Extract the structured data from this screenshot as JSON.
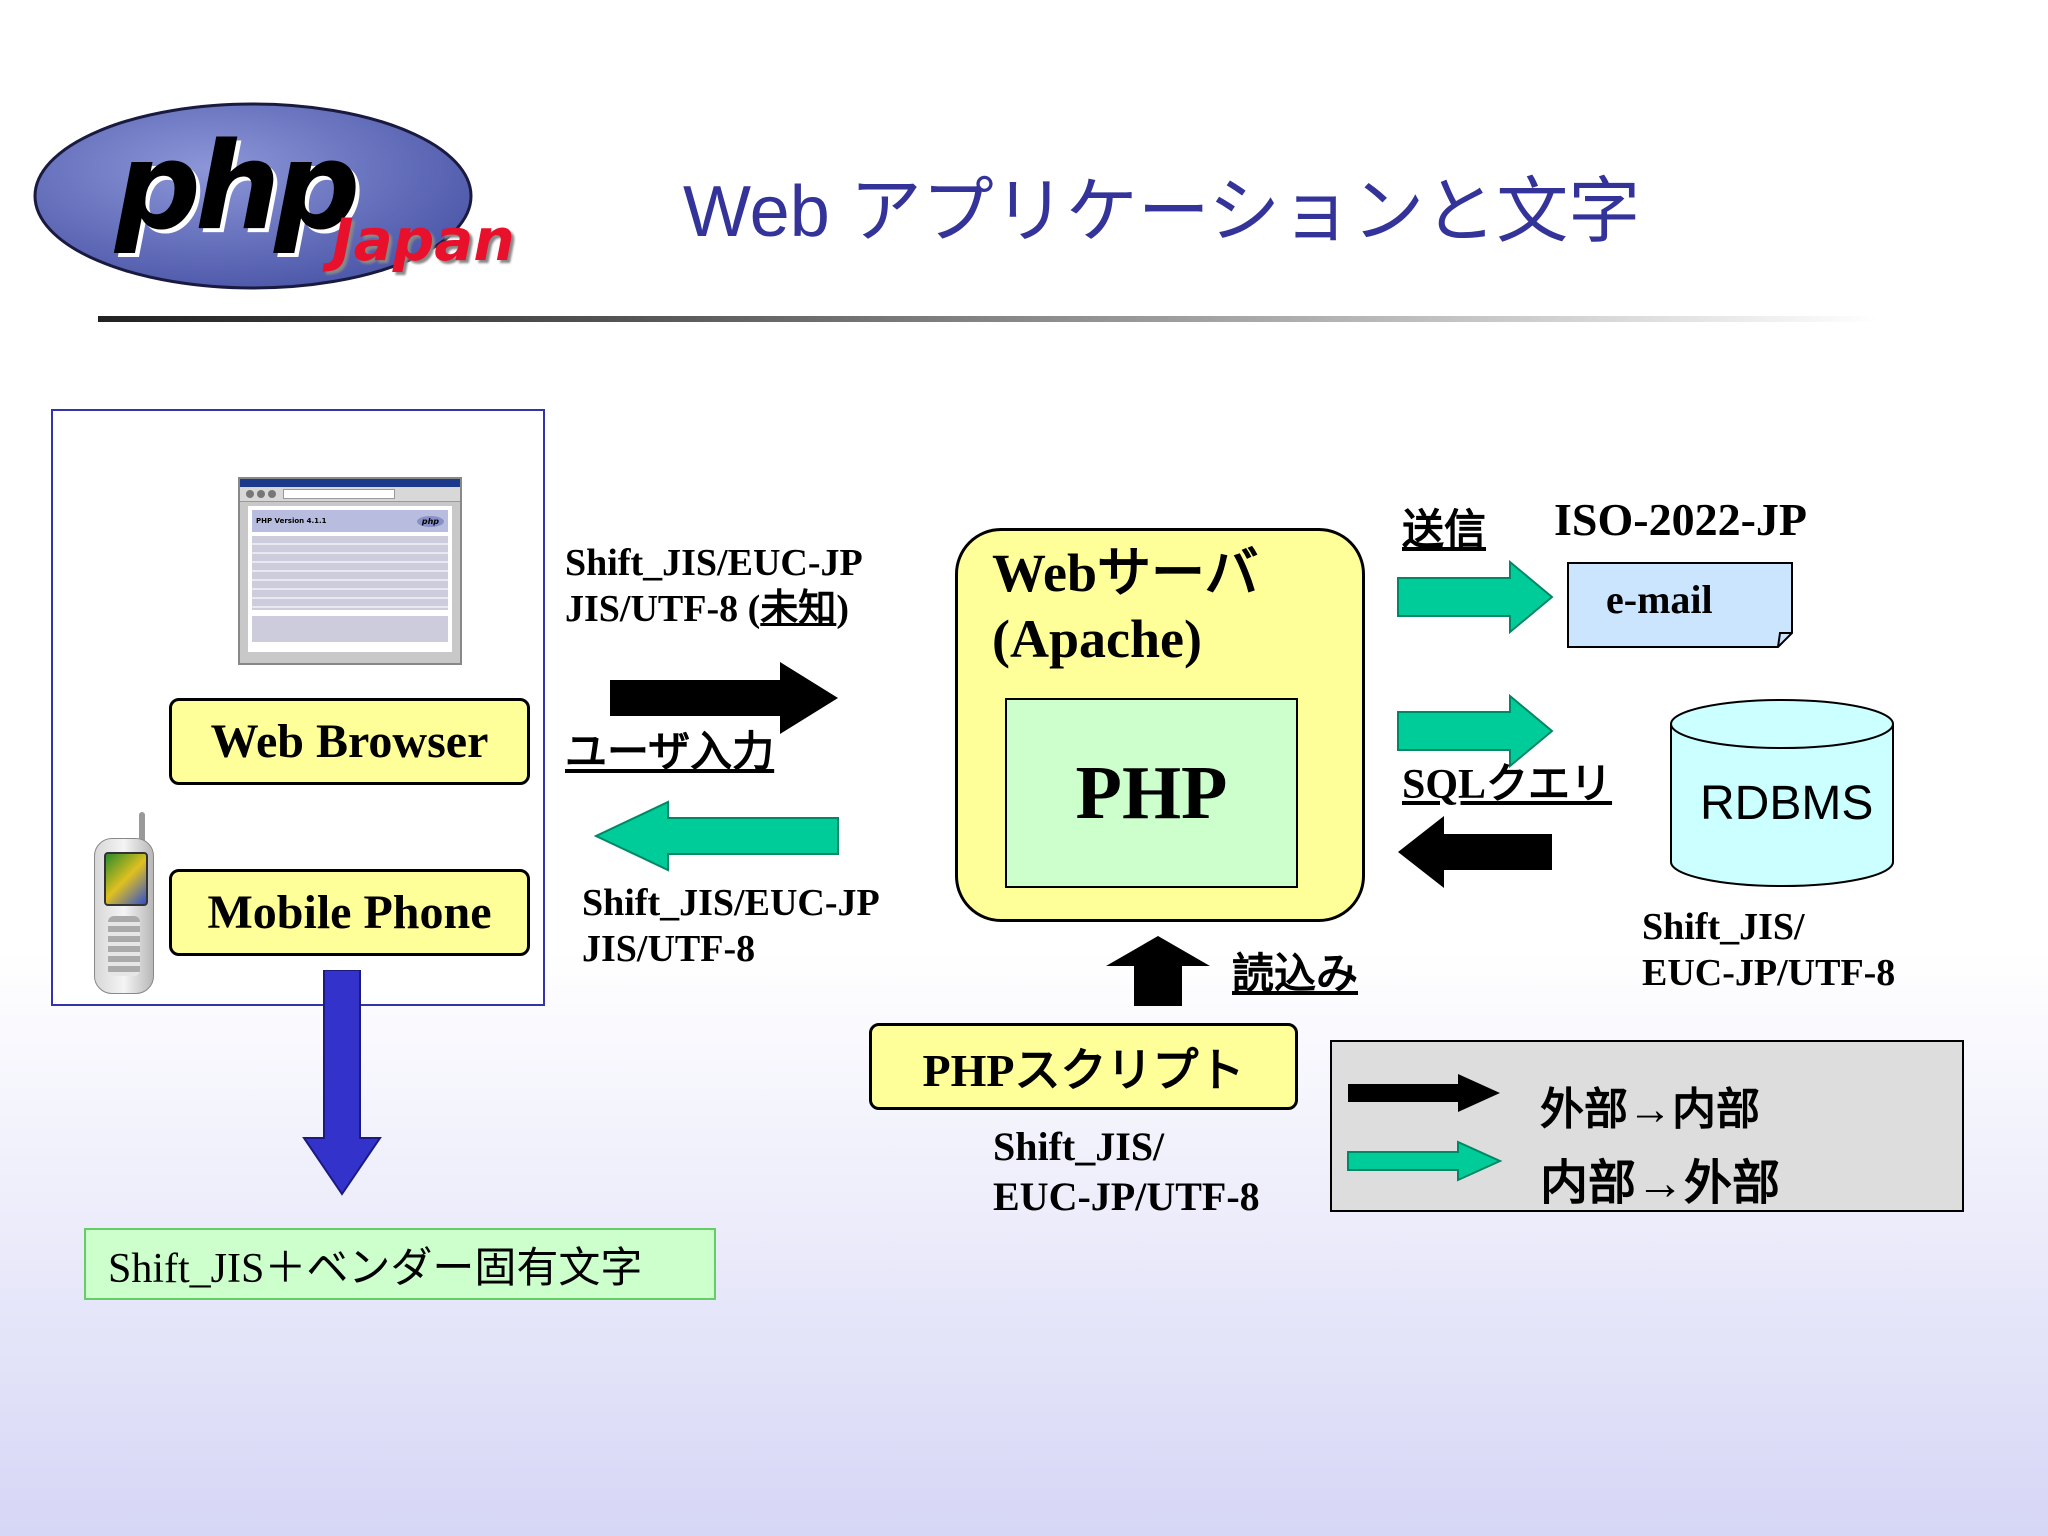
{
  "header": {
    "logo_text": "php",
    "logo_sub": "Japan",
    "title": "Web アプリケーションと文字"
  },
  "client": {
    "web_browser": "Web Browser",
    "mobile_phone": "Mobile Phone",
    "screenshot_title": "PHP Version 4.1.1",
    "screenshot_logo": "php"
  },
  "client_encoding": "Shift_JIS＋ベンダー固有文字",
  "request": {
    "encodings_line1": "Shift_JIS/EUC-JP",
    "encodings_line2_prefix": "JIS/UTF-8 (",
    "encodings_line2_underlined": "未知",
    "encodings_line2_suffix": ")",
    "label": "ユーザ入力"
  },
  "response": {
    "encodings_line1": "Shift_JIS/EUC-JP",
    "encodings_line2": "JIS/UTF-8"
  },
  "server": {
    "title_line1": "Webサーバ",
    "title_line2": "(Apache)",
    "php": "PHP"
  },
  "mail": {
    "label": "送信",
    "encoding": "ISO-2022-JP",
    "target": "e-mail"
  },
  "db": {
    "label": "SQLクエリ",
    "target": "RDBMS",
    "encoding_line1": "Shift_JIS/",
    "encoding_line2": "EUC-JP/UTF-8"
  },
  "script": {
    "label": "読込み",
    "name": "PHPスクリプト",
    "encoding_line1": "Shift_JIS/",
    "encoding_line2": "EUC-JP/UTF-8"
  },
  "legend": {
    "ext_to_int": "外部→内部",
    "int_to_ext": "内部→外部"
  },
  "colors": {
    "title": "#333399",
    "arrow_black": "#000000",
    "arrow_green": "#00cc99",
    "arrow_blue": "#3333cc",
    "box_yellow": "#ffff99",
    "box_green": "#ccffcc",
    "box_blue": "#cce5ff",
    "cylinder": "#ccffff",
    "legend_bg": "#dddddd"
  }
}
